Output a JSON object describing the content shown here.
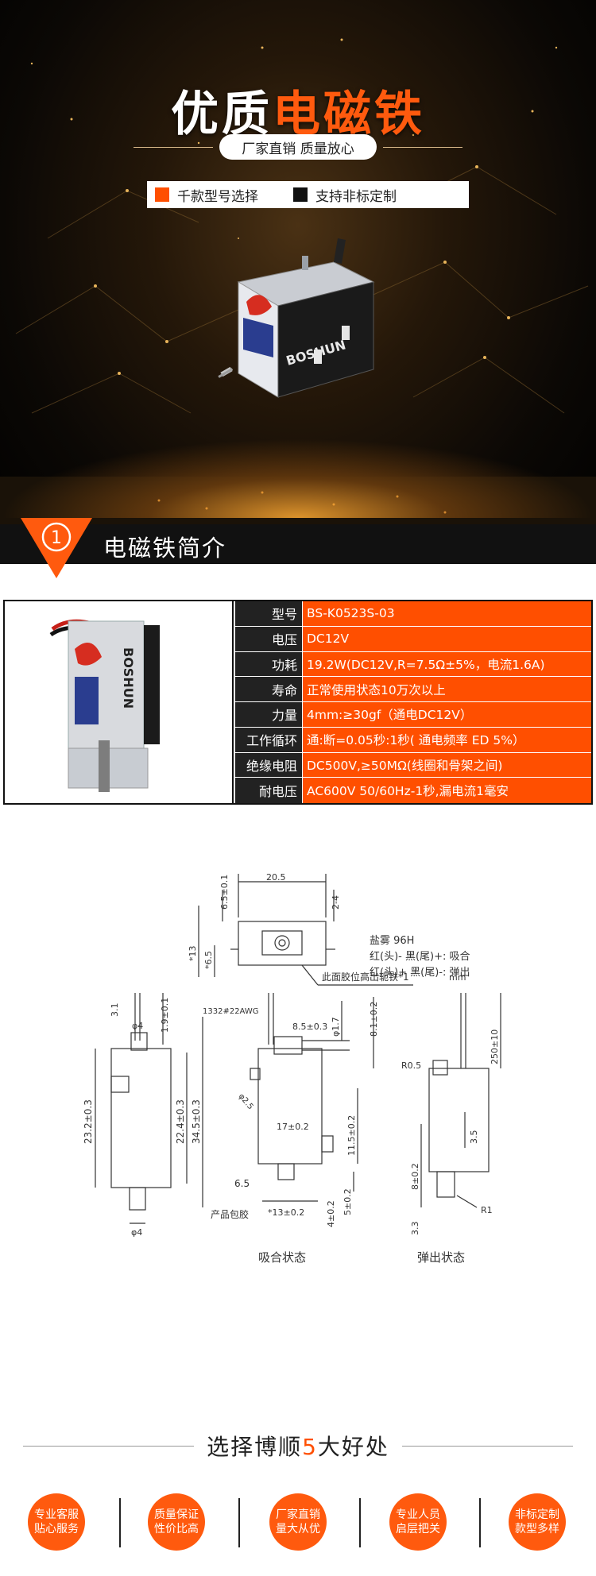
{
  "hero": {
    "title_white": "优质",
    "title_highlight": "电磁铁",
    "subtitle": "厂家直销 质量放心",
    "features": [
      {
        "label": "千款型号选择",
        "color": "#ff4f00"
      },
      {
        "label": "支持非标定制",
        "color": "#111111"
      }
    ],
    "brand": "BOSHUN"
  },
  "section": {
    "number": "1",
    "title": "电磁铁简介"
  },
  "spec": {
    "rows": [
      {
        "key": "型号",
        "value": "BS-K0523S-03"
      },
      {
        "key": "电压",
        "value": "DC12V"
      },
      {
        "key": "功耗",
        "value": "19.2W(DC12V,R=7.5Ω±5%，电流1.6A)"
      },
      {
        "key": "寿命",
        "value": "正常使用状态10万次以上"
      },
      {
        "key": "力量",
        "value": "4mm:≥30gf（通电DC12V）"
      },
      {
        "key": "工作循环",
        "value": "通:断=0.05秒:1秒( 通电频率 ED 5%）"
      },
      {
        "key": "绝缘电阻",
        "value": "DC500V,≥50MΩ(线圈和骨架之间)"
      },
      {
        "key": "耐电压",
        "value": "AC600V 50/60Hz-1秒,漏电流1毫安"
      }
    ]
  },
  "drawing": {
    "notes": [
      "盐雾 96H",
      "红(头)- 黑(尾)+: 吸合",
      "红(头)+ 黑(尾)-: 弹出"
    ],
    "leader_note": "此面胶位高出轭铁*1",
    "leader_unit": "mm",
    "dims": {
      "top_width": "20.5",
      "top_h1": "6.5±0.1",
      "top_h2": "2-4",
      "top_d1": "*13",
      "top_d2": "*6.5",
      "left_h1": "1.9±0.1",
      "left_w": "3.1",
      "left_phi": "φ4",
      "left_total": "23.2±0.3",
      "left_mid": "22.4±0.3",
      "left_right": "34.5±0.3",
      "left_phi_bottom": "φ4",
      "mid_wire": "1332#22AWG",
      "mid_w": "8.5±0.3",
      "mid_phi": "φ1.7",
      "mid_r": "8.1±0.2",
      "mid_body": "17±0.2",
      "mid_h": "11.5±0.2",
      "mid_65": "6.5",
      "mid_glue": "产品包胶",
      "mid_bottom": "*13±0.2",
      "mid_4": "4±0.2",
      "mid_5": "5±0.2",
      "mid_a": "φ2.5",
      "right_r": "R0.5",
      "right_wire": "250±10",
      "right_35": "3.5",
      "right_8": "8±0.2",
      "right_33": "3.3",
      "right_r1": "R1",
      "label_pull": "吸合状态",
      "label_push": "弹出状态"
    }
  },
  "benefits": {
    "title_a": "选择博顺",
    "title_num": "5",
    "title_b": "大好处",
    "items": [
      {
        "l1": "专业客服",
        "l2": "贴心服务"
      },
      {
        "l1": "质量保证",
        "l2": "性价比高"
      },
      {
        "l1": "厂家直销",
        "l2": "量大从优"
      },
      {
        "l1": "专业人员",
        "l2": "启层把关"
      },
      {
        "l1": "非标定制",
        "l2": "款型多样"
      }
    ]
  },
  "colors": {
    "accent": "#ff4f00",
    "dark": "#111111"
  }
}
